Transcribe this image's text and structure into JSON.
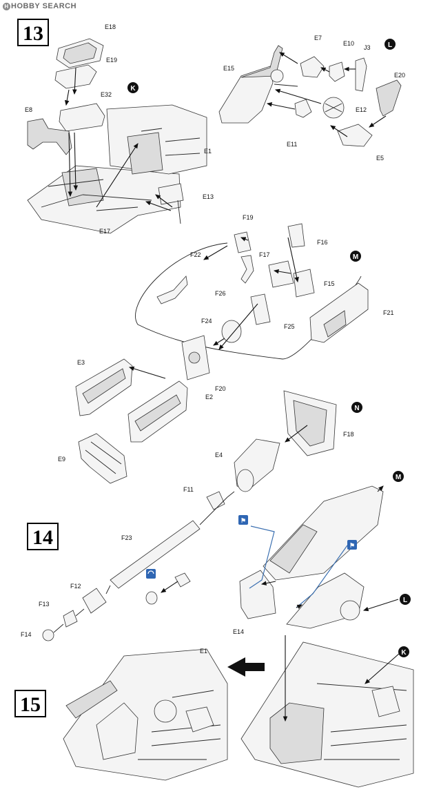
{
  "watermark": {
    "brand": "HOBBY SEARCH",
    "icon": "hobby-search-logo-icon"
  },
  "steps": [
    {
      "id": "step-13",
      "number": "13"
    },
    {
      "id": "step-14",
      "number": "14"
    },
    {
      "id": "step-15",
      "number": "15"
    }
  ],
  "sub_assembly_markers": [
    "K",
    "L",
    "M",
    "N",
    "M",
    "L",
    "K"
  ],
  "part_labels": {
    "E18": "E18",
    "E19": "E19",
    "E32": "E32",
    "E8": "E8",
    "E1": "E1",
    "E13": "E13",
    "E17": "E17",
    "E7": "E7",
    "E10": "E10",
    "J3": "J3",
    "E15": "E15",
    "E20": "E20",
    "E12": "E12",
    "E11": "E11",
    "E5": "E5",
    "F19": "F19",
    "F16": "F16",
    "F22": "F22",
    "F17": "F17",
    "F15": "F15",
    "F26": "F26",
    "F21": "F21",
    "F24": "F24",
    "F25": "F25",
    "E3": "E3",
    "F20": "F20",
    "E2": "E2",
    "E9": "E9",
    "E4": "E4",
    "F18": "F18",
    "F11": "F11",
    "F23": "F23",
    "F12": "F12",
    "F13": "F13",
    "F14": "F14",
    "E14": "E14",
    "E1b": "E1"
  },
  "colors": {
    "ink": "#111111",
    "callout_blue": "#2f66b3"
  }
}
